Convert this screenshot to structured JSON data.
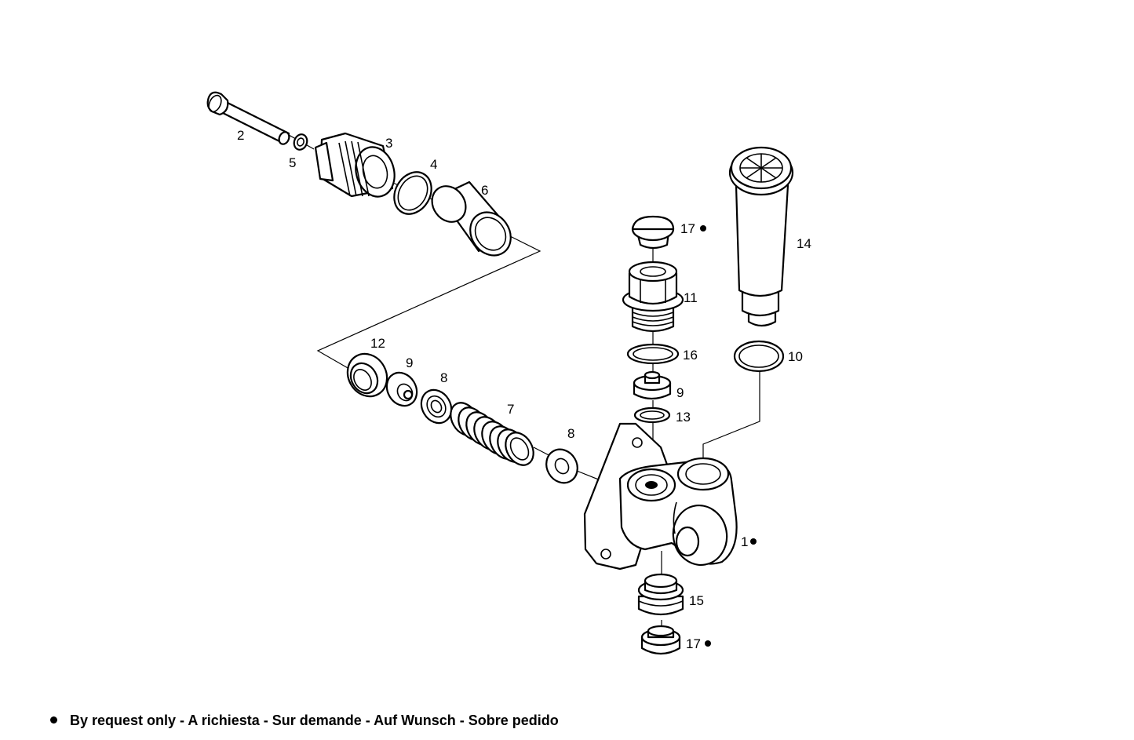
{
  "labels": {
    "p1": "1",
    "p2": "2",
    "p3": "3",
    "p4": "4",
    "p5": "5",
    "p6": "6",
    "p7": "7",
    "p8a": "8",
    "p8b": "8",
    "p9a": "9",
    "p9b": "9",
    "p10": "10",
    "p11": "11",
    "p12": "12",
    "p13": "13",
    "p14": "14",
    "p15": "15",
    "p16": "16",
    "p17a": "17",
    "p17b": "17"
  },
  "footnote": {
    "text": "By request only - A richiesta - Sur demande - Auf Wunsch - Sobre pedido"
  }
}
